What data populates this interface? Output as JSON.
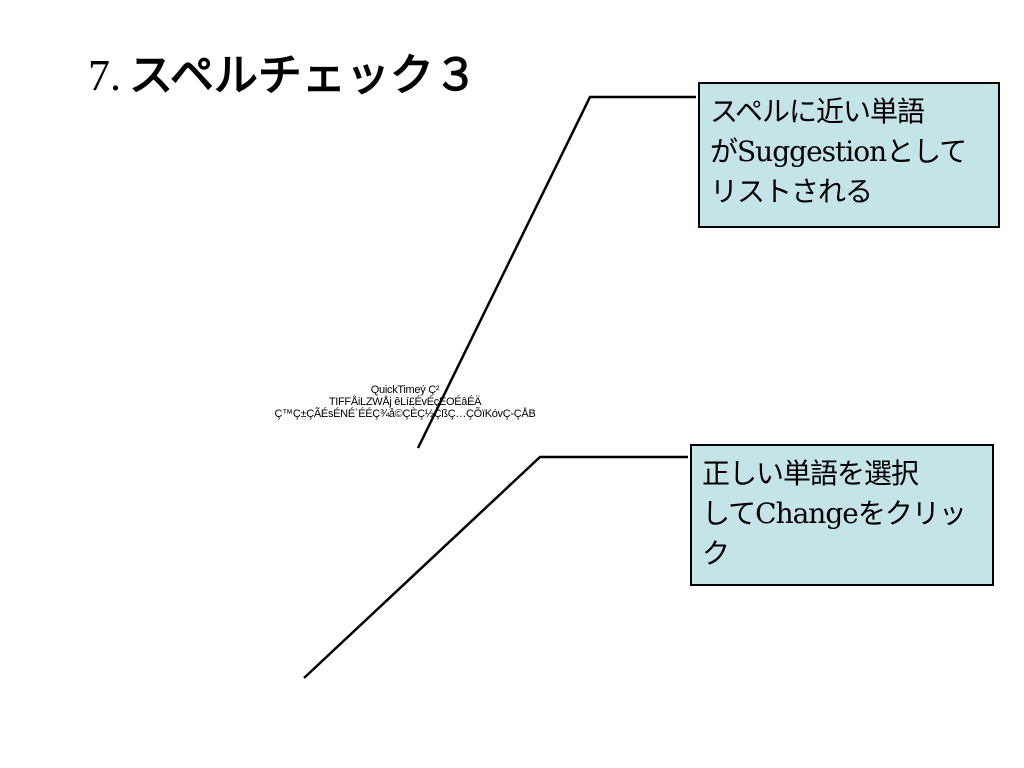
{
  "title": {
    "number": "7.",
    "text": "スペルチェック３"
  },
  "callouts": [
    {
      "lines": [
        "スペルに近い単語",
        "がSuggestionとして",
        "リストされる"
      ]
    },
    {
      "lines": [
        "正しい単語を選択",
        "してChangeをクリッ",
        "ク"
      ]
    }
  ],
  "image_placeholder": {
    "lines": [
      "QuickTimeý Ç²",
      "TIFFÅiLZWÅj êLí£ÉvÉçÉOÉâÉÄ",
      "Ç™Ç±ÇÃÉsÉNÉ`ÉÉÇ¾å©ÇÈÇ½ÇßÇ…ÇÕïKóvÇ-ÇÅB"
    ]
  },
  "colors": {
    "callout_fill": "#c4e4e8",
    "callout_border": "#000000",
    "background": "#ffffff"
  }
}
